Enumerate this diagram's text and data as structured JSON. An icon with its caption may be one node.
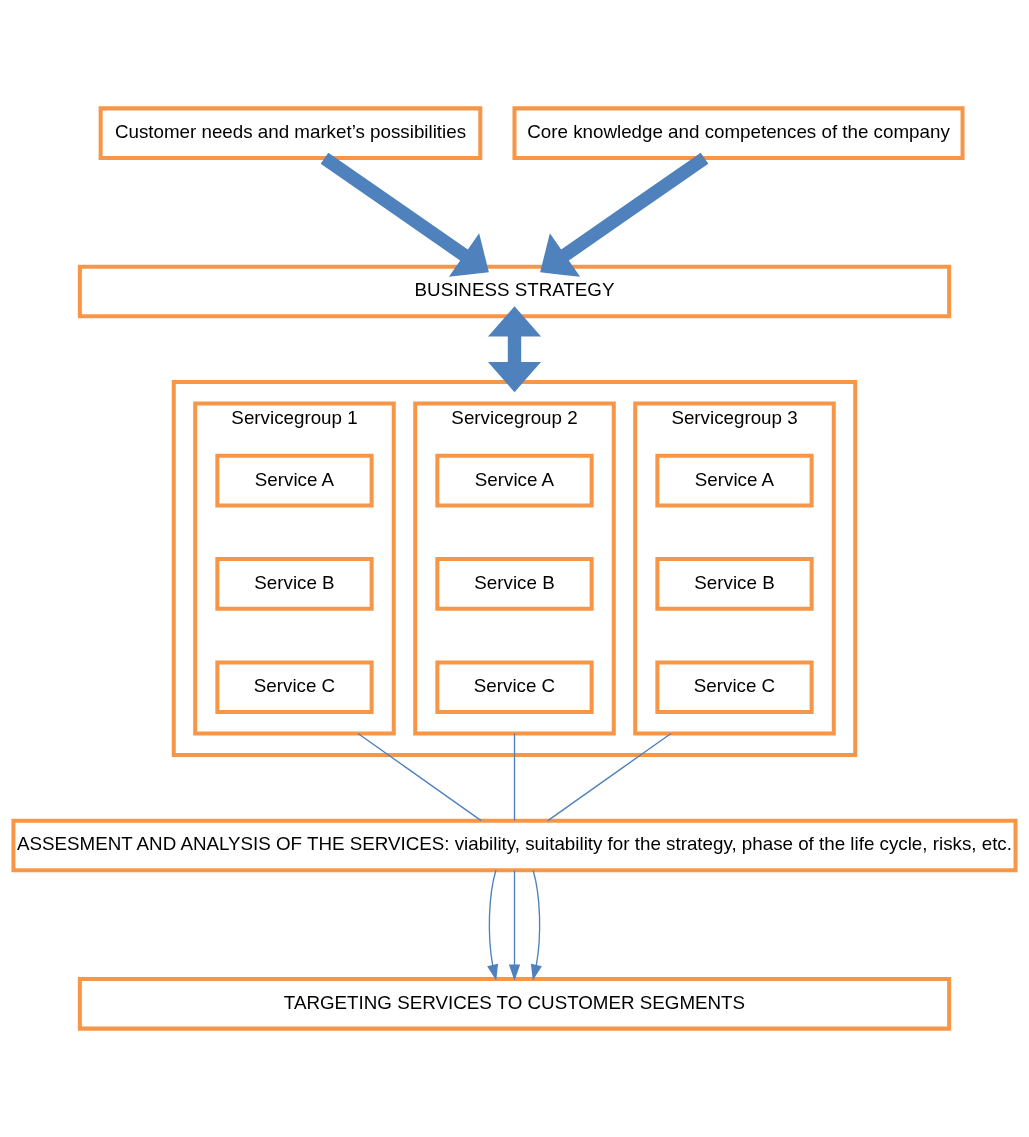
{
  "diagram": {
    "nodes": [
      {
        "text": [
          "Customer needs and market’s possibilities"
        ]
      },
      {
        "text": [
          "Core knowledge and competences of the company"
        ]
      },
      {
        "text": [
          "BUSINESS STRATEGY"
        ]
      },
      {
        "text": [],
        "shape": "box"
      },
      {
        "text": [
          "Servicegroup 1"
        ],
        "in": 3
      },
      {
        "text": [
          "Service A"
        ],
        "in": 4
      },
      {
        "text": [
          "Service B"
        ],
        "in": 4
      },
      {
        "text": [
          "Service C"
        ],
        "in": 4
      },
      {
        "text": [
          "Servicegroup 2"
        ],
        "in": 3
      },
      {
        "text": [
          "Service A"
        ],
        "in": 8
      },
      {
        "text": [
          "Service B"
        ],
        "in": 8
      },
      {
        "text": [
          "Service C"
        ],
        "in": 8
      },
      {
        "text": [
          "Servicegroup 3"
        ],
        "in": 3
      },
      {
        "text": [
          "Service A"
        ],
        "in": 12
      },
      {
        "text": [
          "Service B"
        ],
        "in": 12
      },
      {
        "text": [
          "Service C"
        ],
        "in": 12
      },
      {
        "text": [
          "ASSESMENT AND ANALYSIS OF THE SERVICES: viability, suitability for the strategy, phase of the life cycle, risks, etc."
        ]
      },
      {
        "text": [
          "TARGETING SERVICES TO CUSTOMER SEGMENTS"
        ]
      }
    ],
    "edges": [
      {
        "from": 0,
        "to": 2,
        "arrow": "to",
        "style": "thick"
      },
      {
        "from": 1,
        "to": 2,
        "arrow": "to",
        "style": "thick"
      },
      {
        "from": 2,
        "to": 3,
        "arrow": "both",
        "style": "thick"
      },
      {
        "from": 4,
        "to": 16,
        "arrow": "none"
      },
      {
        "from": 8,
        "to": 16,
        "arrow": "none"
      },
      {
        "from": 12,
        "to": 16,
        "arrow": "none"
      },
      {
        "from": 16,
        "to": 17,
        "arrow": "to"
      },
      {
        "from": 16,
        "to": 17,
        "arrow": "to"
      },
      {
        "from": 16,
        "to": 17,
        "arrow": "to"
      }
    ]
  }
}
